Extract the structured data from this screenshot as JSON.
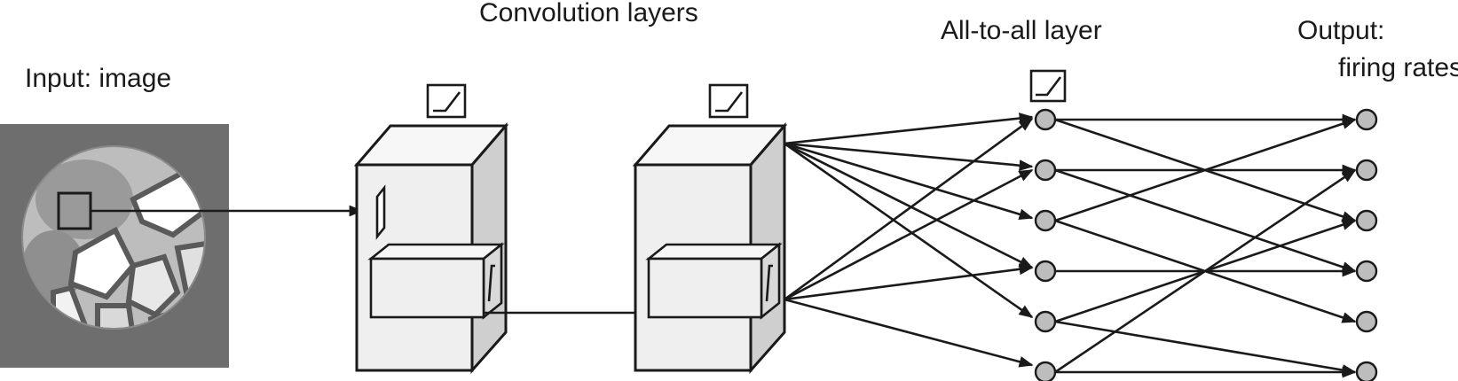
{
  "labels": {
    "input": "Input: image",
    "convolution": "Convolution layers",
    "all_to_all": "All-to-all layer",
    "output_line1": "Output:",
    "output_line2": "firing rates"
  },
  "network": {
    "hidden_nodes": 6,
    "output_nodes": 6,
    "hidden_to_output_edges": [
      [
        0,
        0
      ],
      [
        0,
        2
      ],
      [
        1,
        1
      ],
      [
        1,
        3
      ],
      [
        2,
        0
      ],
      [
        2,
        4
      ],
      [
        3,
        3
      ],
      [
        4,
        5
      ],
      [
        4,
        2
      ],
      [
        5,
        1
      ],
      [
        5,
        5
      ]
    ]
  },
  "colors": {
    "stroke": "#1a1a1a",
    "node_fill": "#bdbdbd",
    "image_background": "#6e6e6e",
    "box_front": "#efefef",
    "box_side": "#cfcfcf"
  }
}
